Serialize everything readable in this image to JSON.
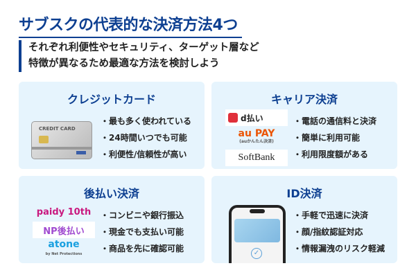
{
  "title": "サブスクの代表的な決済方法4つ",
  "subtitle": [
    "それぞれ利便性やセキュリティ、ターゲット層など",
    "特徴が異なるため最適な方法を検討しよう"
  ],
  "cards": [
    {
      "title": "クレジットカード",
      "items": [
        "最も多く使われている",
        "24時間いつでも可能",
        "利便性/信頼性が高い"
      ],
      "logos": [
        "CREDIT CARD"
      ]
    },
    {
      "title": "キャリア決済",
      "items": [
        "電話の通信料と決済",
        "簡単に利用可能",
        "利用限度額がある"
      ],
      "logos": [
        "d払い",
        "au PAY",
        "(auかんたん決済)",
        "SoftBank"
      ]
    },
    {
      "title": "後払い決済",
      "items": [
        "コンビニや銀行振込",
        "現金でも支払い可能",
        "商品を先に確認可能"
      ],
      "logos": [
        "paidy 10th",
        "NP後払い",
        "atone",
        "by Net Protections"
      ]
    },
    {
      "title": "ID決済",
      "items": [
        "手軽で迅速に決済",
        "顔/指紋認証対応",
        "情報漏洩のリスク軽減"
      ],
      "logos": []
    }
  ],
  "colors": {
    "accent": "#0d3f91",
    "card_bg": "#e6f4fd"
  }
}
